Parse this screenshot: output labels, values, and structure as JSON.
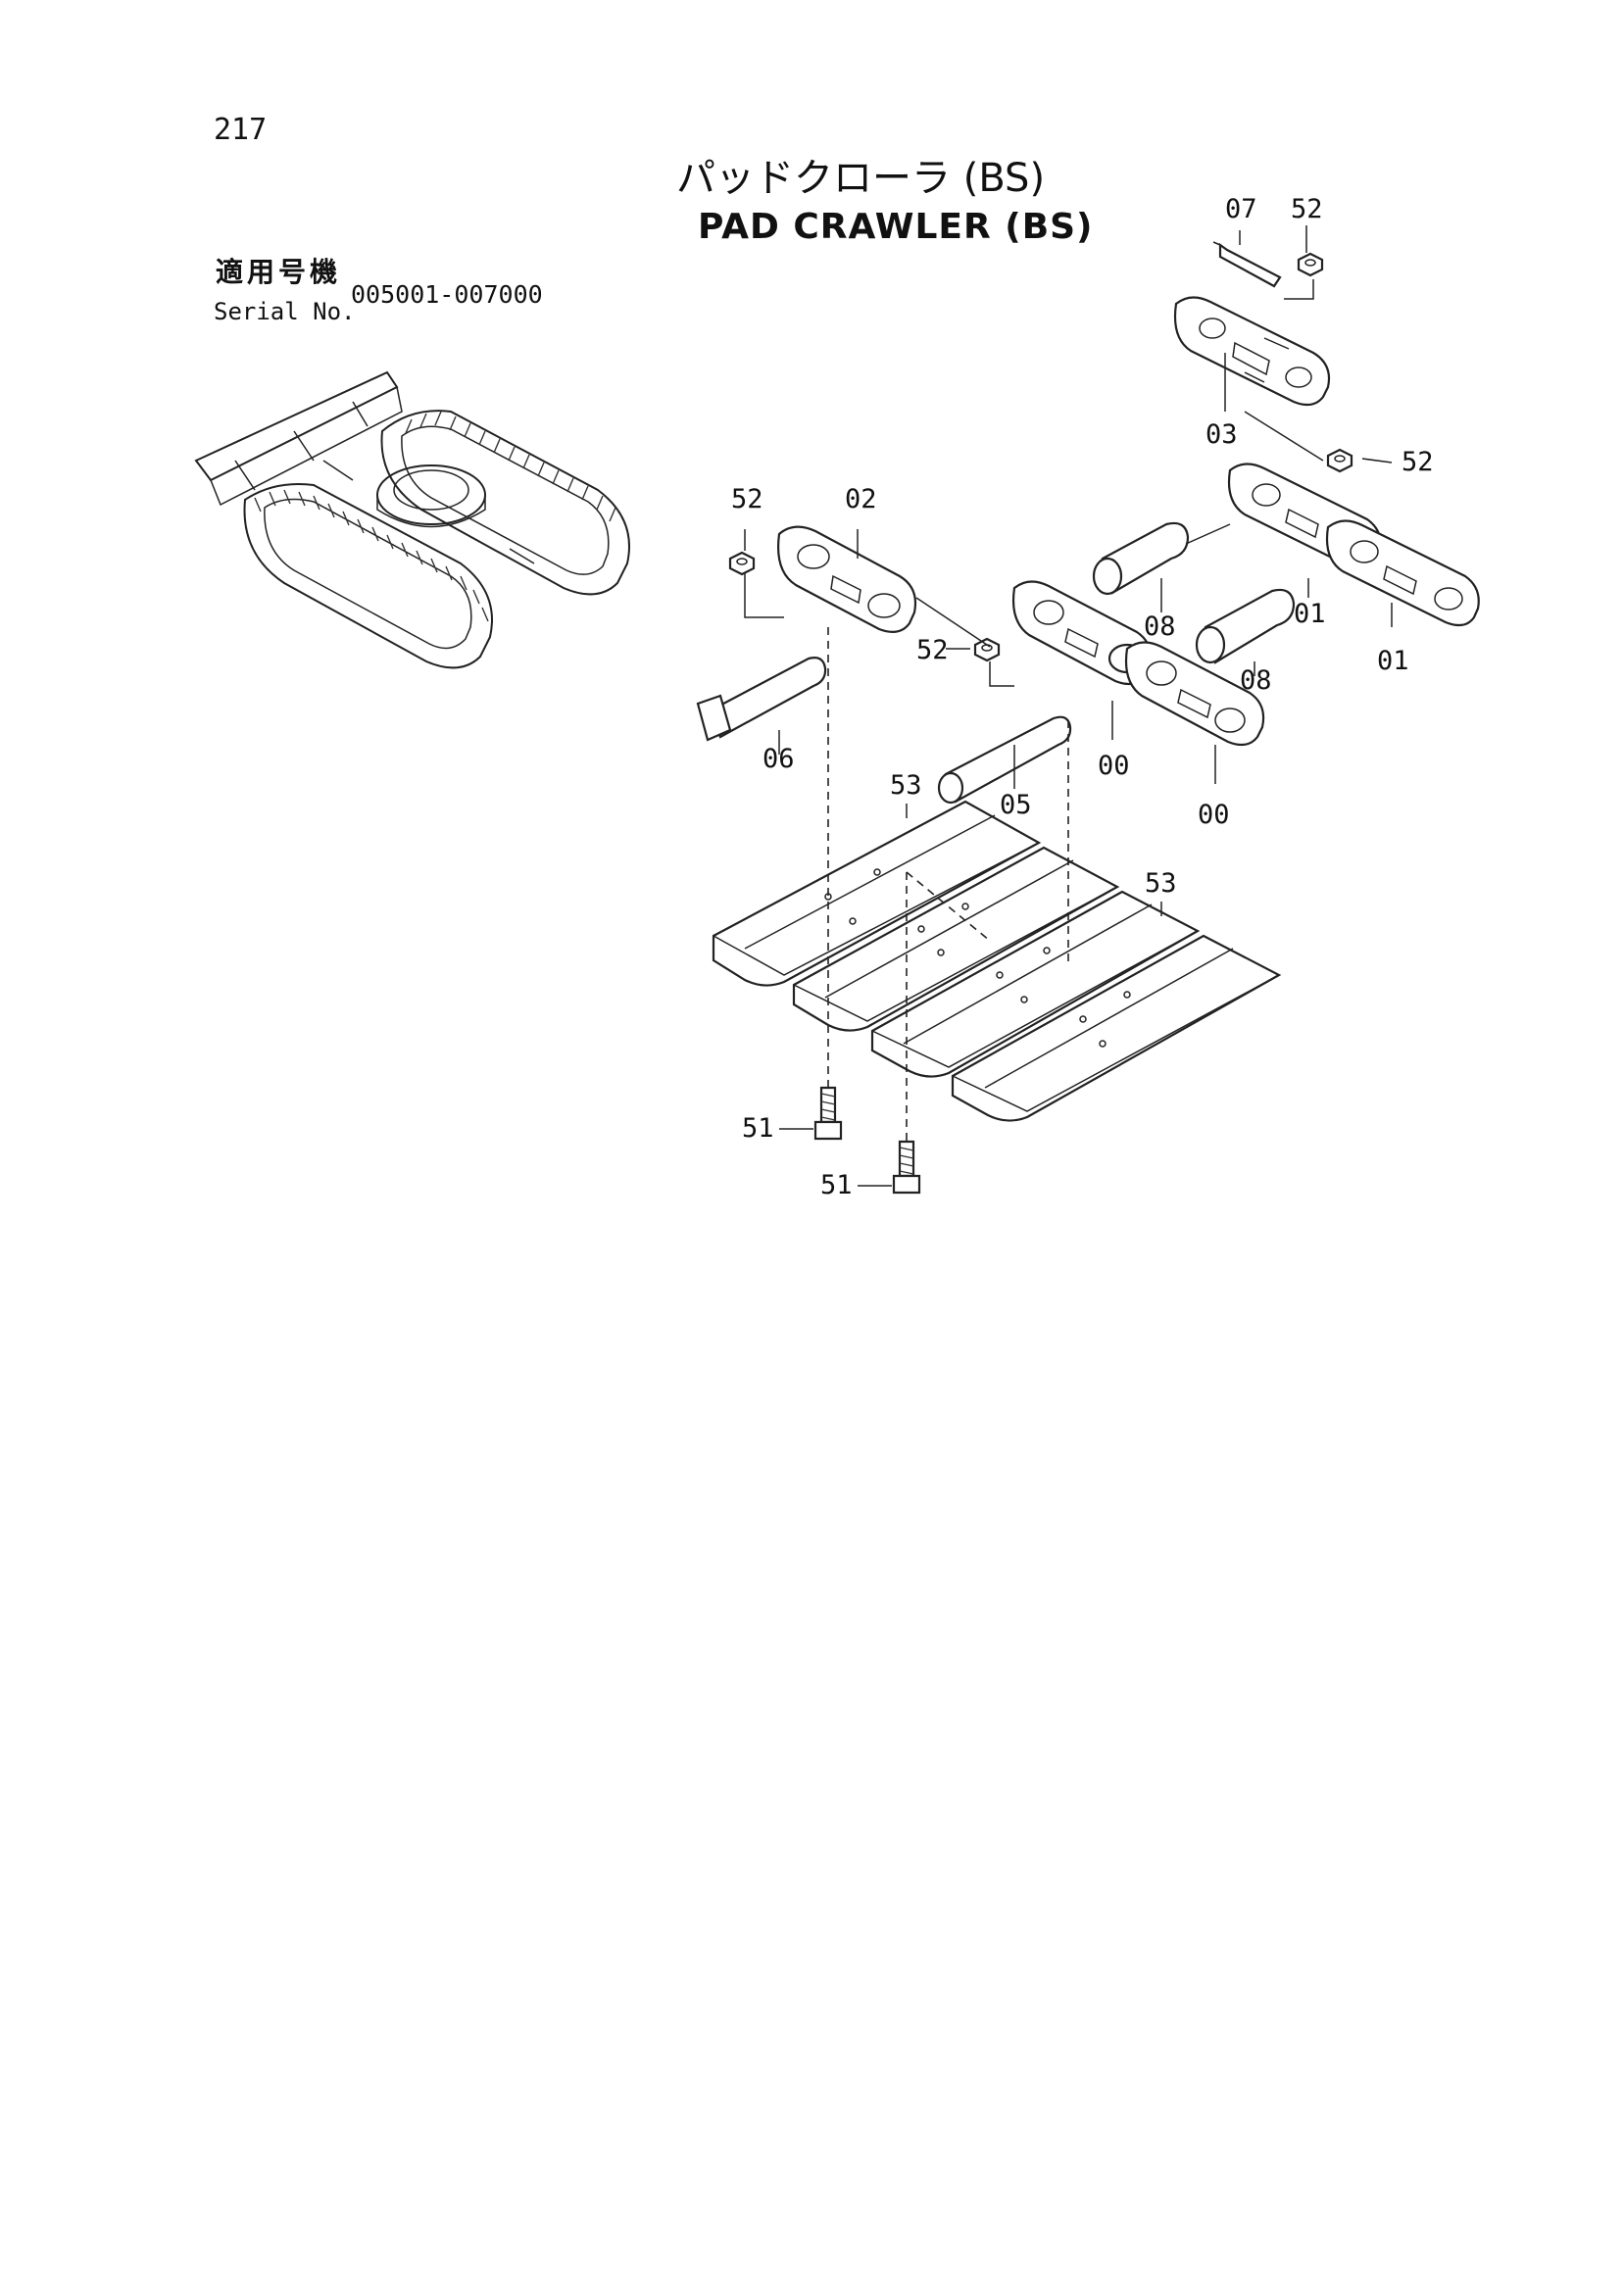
{
  "page_number": "217",
  "title_jp": "パッドクローラ (BS)",
  "title_en": "PAD CRAWLER (BS)",
  "serial": {
    "label_jp": "適用号機",
    "label_en": "Serial No.",
    "range": "005001-007000"
  },
  "callouts": {
    "c07": "07",
    "c52a": "52",
    "c03": "03",
    "c52b": "52",
    "c52c": "52",
    "c02": "02",
    "c52d": "52",
    "c08a": "08",
    "c01a": "01",
    "c08b": "08",
    "c01b": "01",
    "c06": "06",
    "c00a": "00",
    "c05": "05",
    "c00b": "00",
    "c53a": "53",
    "c53b": "53",
    "c51a": "51",
    "c51b": "51"
  }
}
